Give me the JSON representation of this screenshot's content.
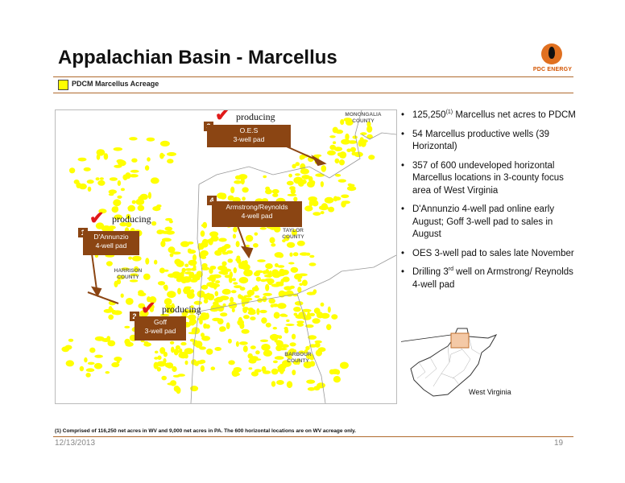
{
  "header": {
    "title": "Appalachian Basin - Marcellus",
    "logo_text": "PDC ENERGY"
  },
  "legend": {
    "label": "PDCM Marcellus Acreage",
    "color": "#ffff00"
  },
  "map": {
    "counties": {
      "monongalia": "MONONGALIA\nCOUNTY",
      "taylor": "TAYLOR\nCOUNTY",
      "harrison": "HARRISON\nCOUNTY",
      "barbour": "BARBOUR\nCOUNTY"
    },
    "callouts": [
      {
        "num": "1",
        "label": "D'Annunzio\n4-well pad",
        "status": "producing"
      },
      {
        "num": "2",
        "label": "Goff\n3-well pad",
        "status": "producing"
      },
      {
        "num": "3",
        "label": "O.E.S\n3-well pad",
        "status": "producing"
      },
      {
        "num": "4",
        "label": "Armstrong/Reynolds\n4-well pad",
        "status": ""
      }
    ],
    "acreage_color": "#ffff00",
    "callout_color": "#8b4513",
    "check_color": "#e01a1a"
  },
  "bullets": [
    {
      "pre": "125,250",
      "sup": "(1)",
      "post": " Marcellus net acres to PDCM"
    },
    {
      "pre": "54 Marcellus productive wells (39 Horizontal)",
      "sup": "",
      "post": ""
    },
    {
      "pre": "357 of 600 undeveloped horizontal Marcellus locations in 3-county focus area of West Virginia",
      "sup": "",
      "post": ""
    },
    {
      "pre": "D'Annunzio 4-well pad online early August; Goff 3-well pad to sales in August",
      "sup": "",
      "post": ""
    },
    {
      "pre": "OES 3-well pad to sales late November",
      "sup": "",
      "post": ""
    },
    {
      "pre": "Drilling 3",
      "sup": "rd",
      "post": " well on Armstrong/ Reynolds 4-well pad"
    }
  ],
  "inset": {
    "label": "West Virginia"
  },
  "footer": {
    "footnote": "(1) Comprised of 116,250 net acres in WV and 9,000 net acres in PA. The 600 horizontal locations are on WV acreage only.",
    "date": "12/13/2013",
    "page": "19"
  }
}
